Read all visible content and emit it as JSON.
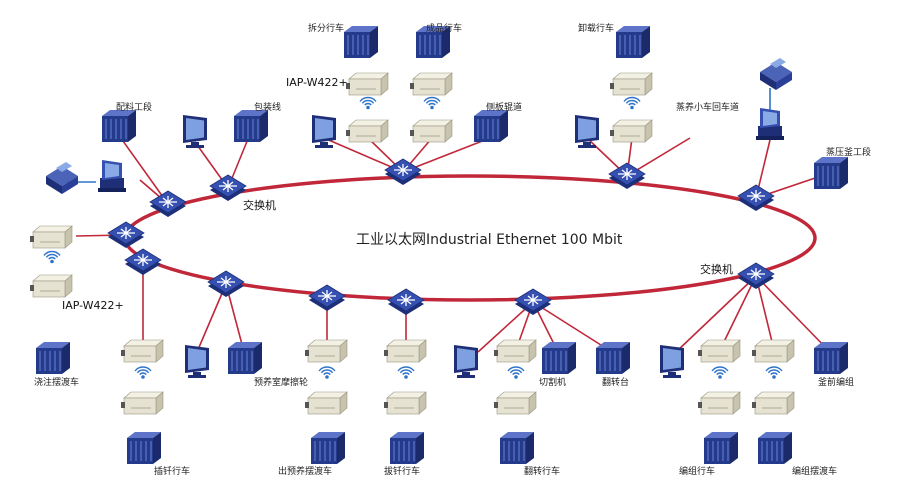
{
  "network": {
    "title": "工业以太网Industrial Ethernet 100 Mbit",
    "ring_color": "#c0283a",
    "device_color": "#243a8a",
    "ap_color": "#e6e2d2",
    "wifi_color": "#2f74c8"
  },
  "labels": {
    "chaifen": "拆分行车",
    "chengpin": "成品行车",
    "xiezai": "卸载行车",
    "iap_top": "IAP-W422+",
    "peiliao": "配料工段",
    "baozhuang": "包装线",
    "cebanguan": "侧板辊道",
    "zhengyang": "蒸养小车回车道",
    "zhengya": "蒸压釜工段",
    "switch_left": "交换机",
    "switch_right": "交换机",
    "iap_left": "IAP-W422+",
    "jiaozhu": "浇注摆渡车",
    "chaqian": "插钎行车",
    "yuyang": "预养室摩擦轮",
    "chuyu": "出预养摆渡车",
    "baqian": "拔钎行车",
    "qiege": "切割机",
    "fanzhuantai": "翻转台",
    "fanzhuan": "翻转行车",
    "fuqian": "釜前编组",
    "bianzu": "编组行车",
    "bianzubaidu": "编组摆渡车"
  }
}
